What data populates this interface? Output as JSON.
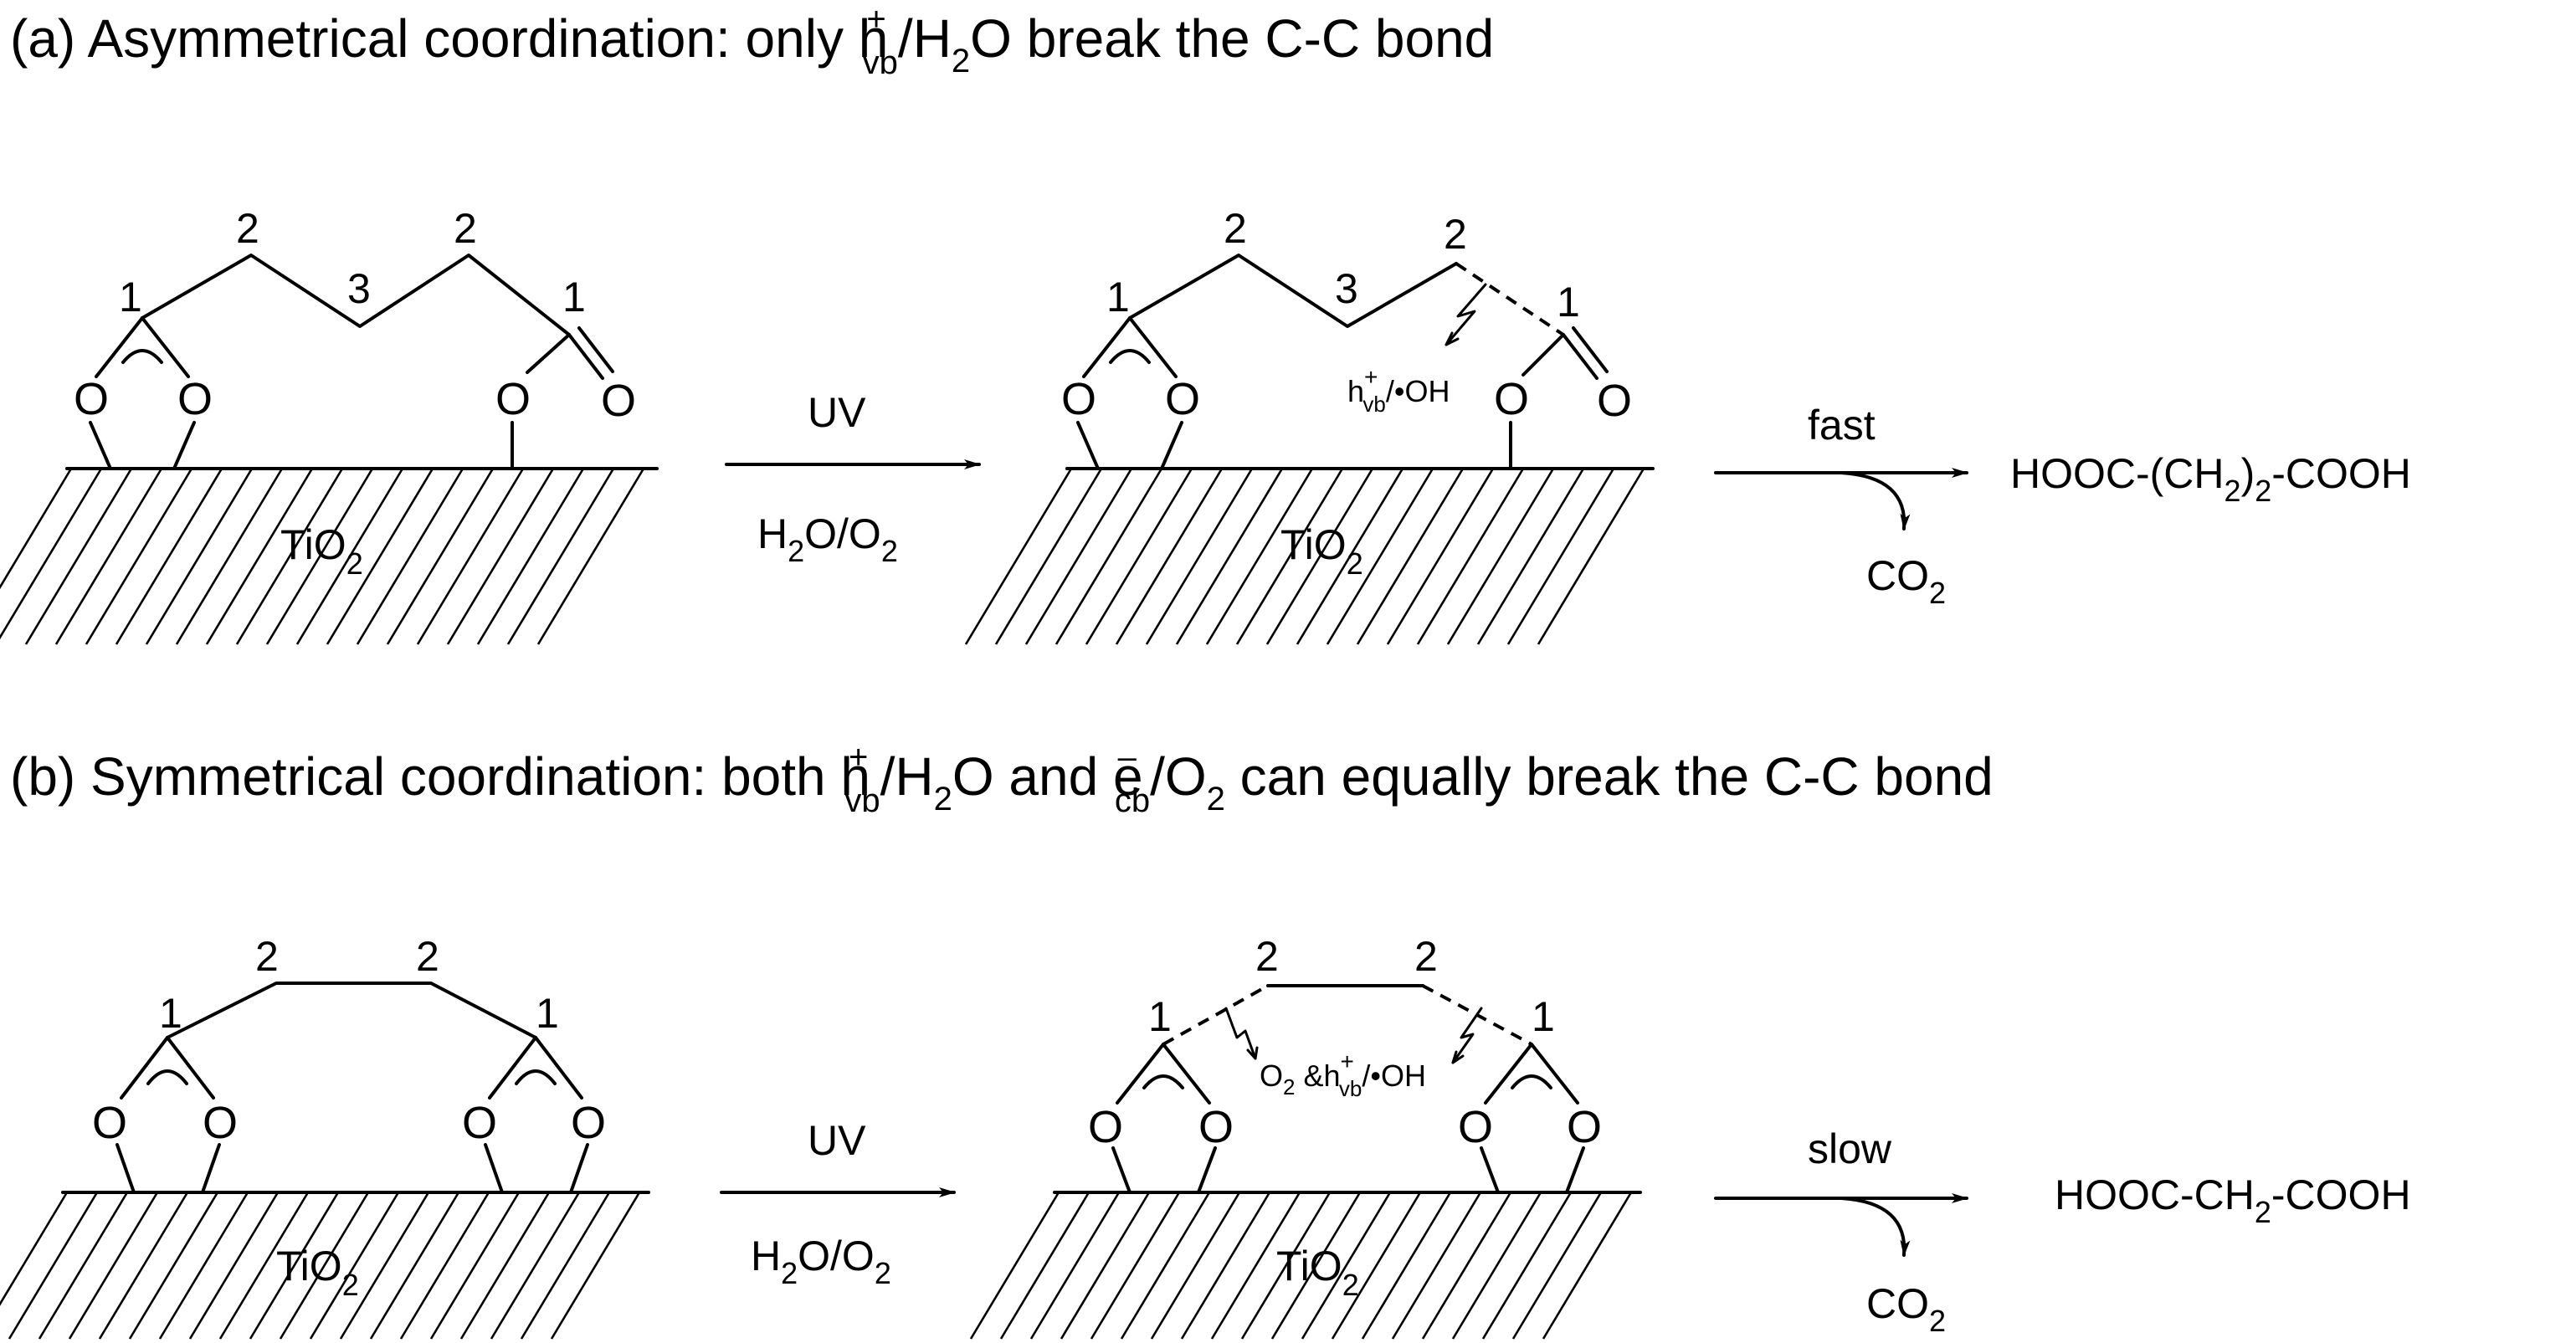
{
  "panel_a": {
    "title": {
      "text1": "(a) Asymmetrical coordination: only h",
      "sup": "+",
      "sub": "vb",
      "text2": "/H",
      "sub2": "2",
      "text3": "O break the C-C bond"
    },
    "carbons": [
      "1",
      "2",
      "3",
      "2",
      "1"
    ],
    "oxygen": "O",
    "surface": {
      "base": "TiO",
      "sub": "2"
    },
    "arrow1": {
      "top": "UV",
      "bottom_base": "H",
      "bottom_sub1": "2",
      "bottom_mid": "O/O",
      "bottom_sub2": "2"
    },
    "attack": {
      "h": "h",
      "sup": "+",
      "sub": "vb",
      "rest": "/•OH"
    },
    "arrow2": {
      "top": "fast",
      "co2_base": "CO",
      "co2_sub": "2"
    },
    "product": {
      "p1": "HOOC-(CH",
      "sub": "2",
      "p2": ")",
      "sub2": "2",
      "p3": "-COOH"
    }
  },
  "panel_b": {
    "title": {
      "text1": "(b) Symmetrical coordination:  both h",
      "sup1": "+",
      "sub1": "vb",
      "text2": "/H",
      "sub2": "2",
      "text3": "O and e",
      "sup3": "–",
      "sub3": "cb",
      "text4": "/O",
      "sub4": "2",
      "text5": " can equally break the C-C bond"
    },
    "carbons": [
      "1",
      "2",
      "2",
      "1"
    ],
    "oxygen": "O",
    "surface": {
      "base": "TiO",
      "sub": "2"
    },
    "arrow1": {
      "top": "UV",
      "bottom_base": "H",
      "bottom_sub1": "2",
      "bottom_mid": "O/O",
      "bottom_sub2": "2"
    },
    "attack": {
      "o2": "O",
      "o2_sub": "2",
      "amp": " &h",
      "sup": "+",
      "sub": "vb",
      "rest": "/•OH"
    },
    "arrow2": {
      "top": "slow",
      "co2_base": "CO",
      "co2_sub": "2"
    },
    "product": {
      "p1": "HOOC-CH",
      "sub": "2",
      "p2": "-COOH"
    }
  }
}
